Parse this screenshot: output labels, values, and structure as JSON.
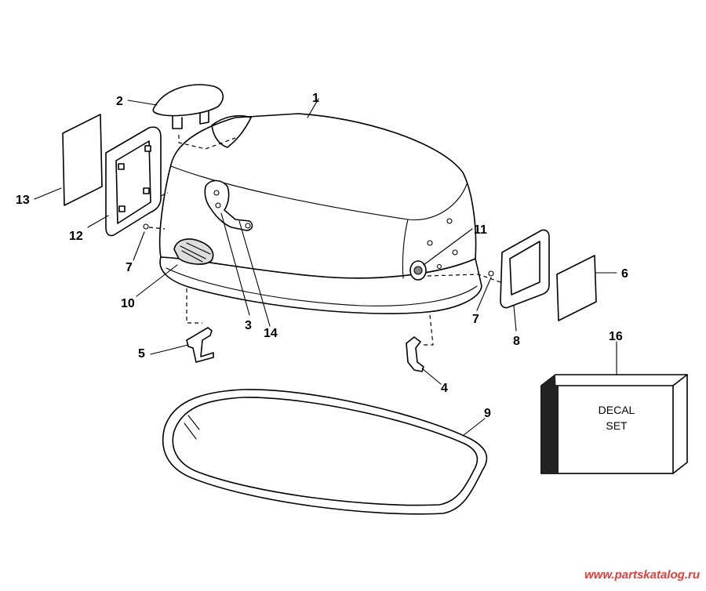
{
  "callouts": {
    "c1": "1",
    "c2": "2",
    "c3": "3",
    "c4": "4",
    "c5": "5",
    "c6": "6",
    "c7a": "7",
    "c7b": "7",
    "c8": "8",
    "c9": "9",
    "c10": "10",
    "c11": "11",
    "c12": "12",
    "c13": "13",
    "c14": "14",
    "c16": "16"
  },
  "decal_box": {
    "line1": "DECAL",
    "line2": "SET"
  },
  "watermark": "www.partskatalog.ru"
}
